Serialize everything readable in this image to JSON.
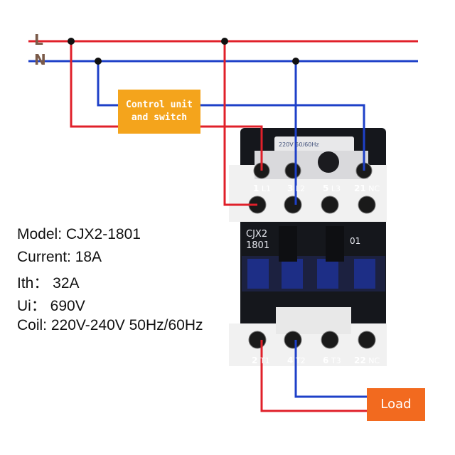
{
  "rails": {
    "line_label": "L",
    "neutral_label": "N",
    "line_color": "#e0202a",
    "neutral_color": "#1e40c8"
  },
  "control_box": {
    "label": "Control unit\nand switch",
    "color": "#f4a41c"
  },
  "load_box": {
    "label": "Load",
    "color": "#f26a1f"
  },
  "specs": [
    "Model: CJX2-1801",
    "Current: 18A",
    "Ith： 32A",
    "Ui： 690V",
    "Coil: 220V-240V 50Hz/60Hz"
  ],
  "contactor": {
    "model_line1": "CJX2",
    "model_line2": "1801",
    "contact_code": "01",
    "coil_plate": "220V 50/60Hz",
    "top_terminals": [
      {
        "num": "1",
        "tag": "L1"
      },
      {
        "num": "3",
        "tag": "L2"
      },
      {
        "num": "5",
        "tag": "L3"
      },
      {
        "num": "21",
        "tag": "NC"
      }
    ],
    "bottom_terminals": [
      {
        "num": "2",
        "tag": "T1"
      },
      {
        "num": "4",
        "tag": "T2"
      },
      {
        "num": "6",
        "tag": "T3"
      },
      {
        "num": "22",
        "tag": "NC"
      }
    ]
  }
}
